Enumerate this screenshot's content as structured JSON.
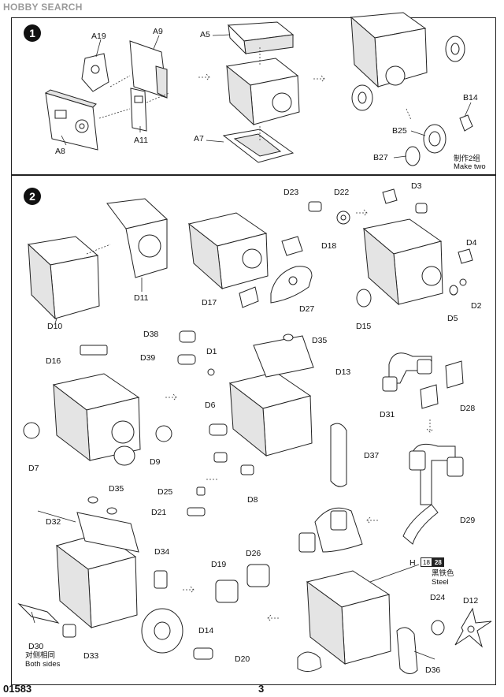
{
  "watermark": "HOBBY SEARCH",
  "steps": {
    "one": "1",
    "two": "2"
  },
  "footer": {
    "code": "01583",
    "page": "3"
  },
  "labels1": {
    "A19": "A19",
    "A9": "A9",
    "A5": "A5",
    "A7": "A7",
    "A8": "A8",
    "A11": "A11",
    "B14": "B14",
    "B25": "B25",
    "B27": "B27",
    "make_two_cn": "制作2组",
    "make_two_en": "Make two"
  },
  "labels2": {
    "D23": "D23",
    "D22": "D22",
    "D3": "D3",
    "D18": "D18",
    "D4": "D4",
    "D11": "D11",
    "D10": "D10",
    "D17": "D17",
    "D27": "D27",
    "D15": "D15",
    "D5": "D5",
    "D2": "D2",
    "D38": "D38",
    "D39": "D39",
    "D1": "D1",
    "D35a": "D35",
    "D13": "D13",
    "D16": "D16",
    "D6": "D6",
    "D31": "D31",
    "D28": "D28",
    "D7": "D7",
    "D9": "D9",
    "D37": "D37",
    "D25": "D25",
    "D21": "D21",
    "D8": "D8",
    "D29": "D29",
    "D35b": "D35",
    "D32": "D32",
    "D34": "D34",
    "D19": "D19",
    "D26": "D26",
    "H": "H",
    "D24": "D24",
    "D12": "D12",
    "D14": "D14",
    "D30": "D30",
    "both_sides_cn": "对侧相同",
    "both_sides_en": "Both sides",
    "D33": "D33",
    "D20": "D20",
    "D36": "D36",
    "steel_cn": "黑铁色",
    "steel_en": "Steel"
  },
  "paint_code": {
    "a": "18",
    "b": "28"
  }
}
